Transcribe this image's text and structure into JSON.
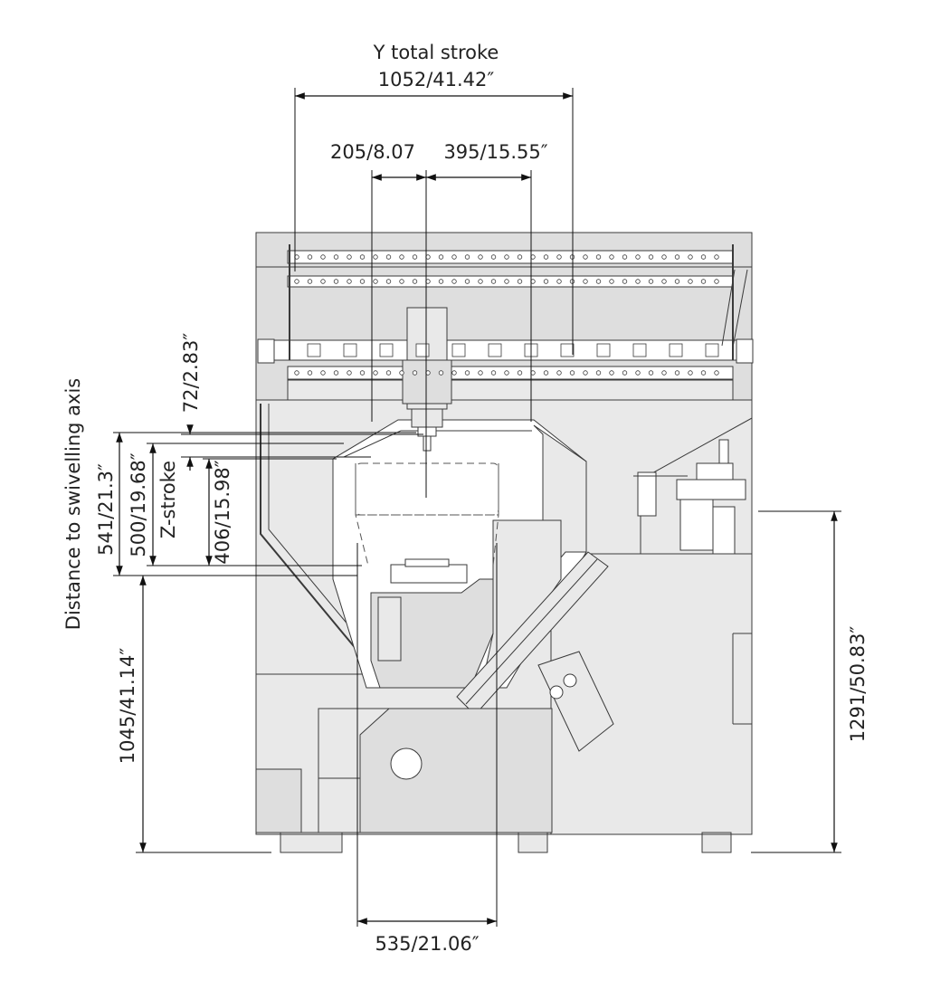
{
  "dimensions": {
    "y_total_stroke_title": "Y total stroke",
    "y_total_stroke_value": "1052/41.42″",
    "y_left": "205/8.07",
    "y_right": "395/15.55″",
    "z_small": "72/2.83″",
    "swivel_label": "Distance to swivelling axis",
    "swivel_value": "541/21.3″",
    "z_500": "500/19.68″",
    "z_stroke_label": "Z-stroke",
    "z_406": "406/15.98″",
    "floor_table": "1045/41.14″",
    "overall_height": "1291/50.83″",
    "table_width": "535/21.06″"
  },
  "colors": {
    "machine_fill": "#e9e9e9",
    "outline": "#3a3a3a",
    "dimension": "#111111"
  }
}
